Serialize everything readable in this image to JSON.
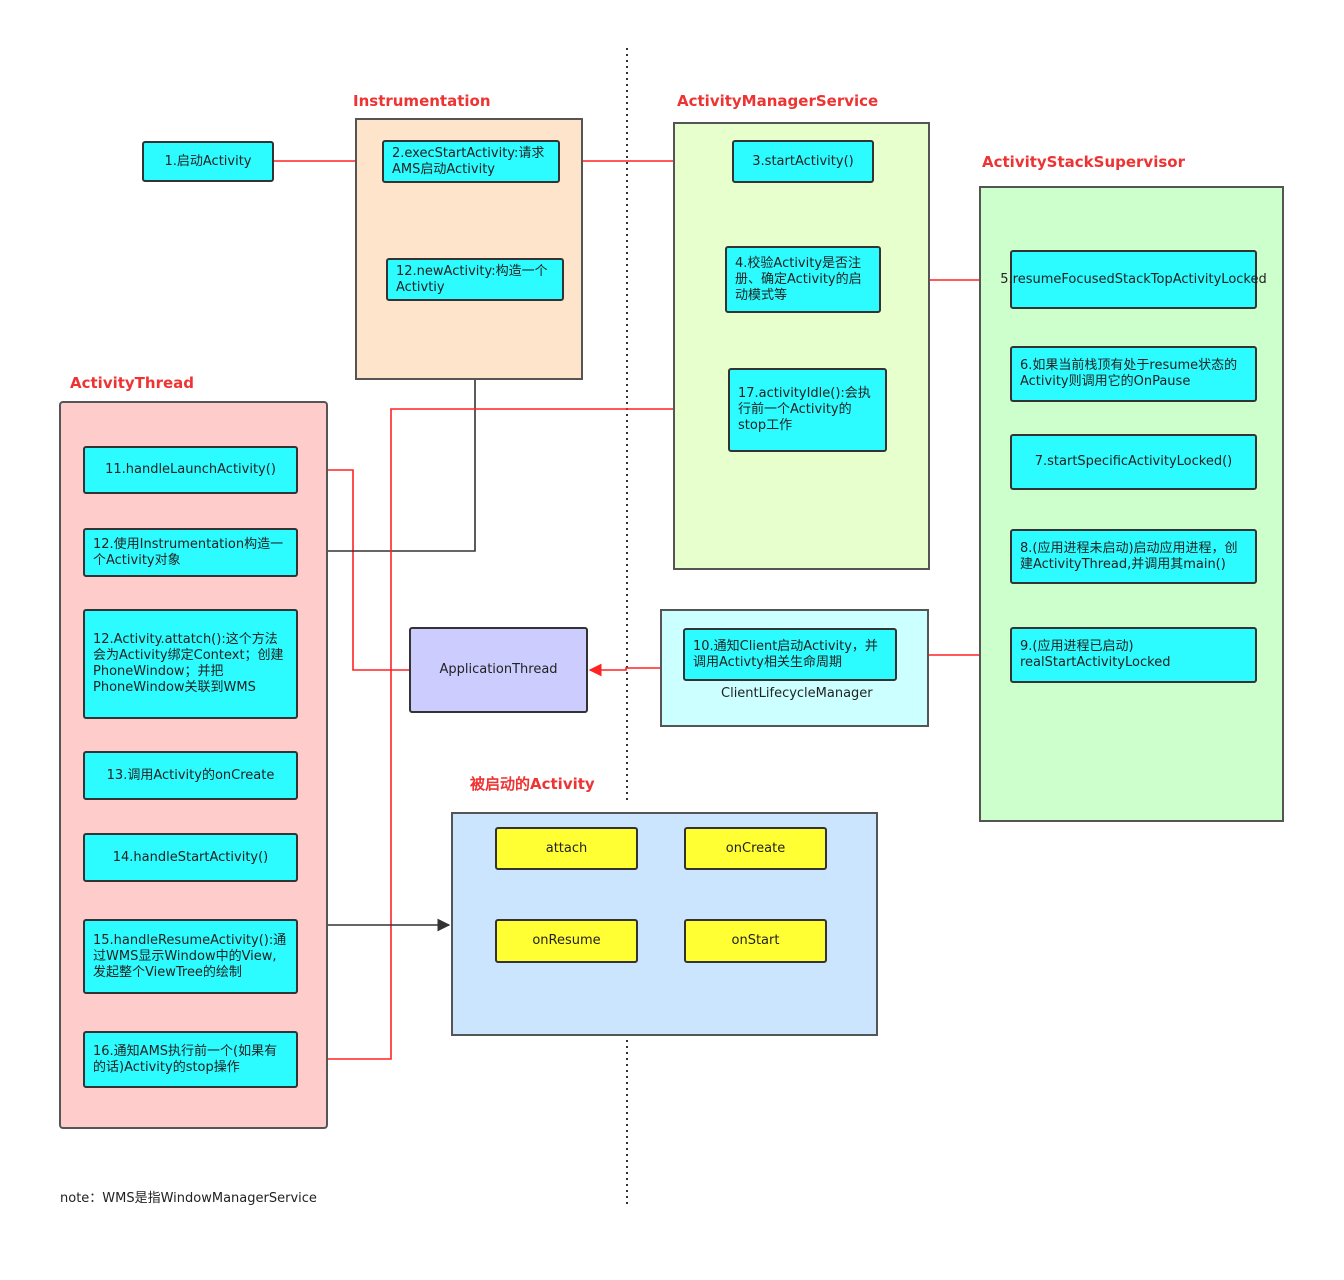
{
  "regions": {
    "instrumentation": "Instrumentation",
    "ams": "ActivityManagerService",
    "supervisor": "ActivityStackSupervisor",
    "activity_thread": "ActivityThread",
    "launched_activity": "被启动的Activity"
  },
  "steps": {
    "s1": "1.启动Activity",
    "s2": "2.execStartActivity:请求AMS启动Activity",
    "s3": "3.startActivity()",
    "s4": "4.校验Activity是否注册、确定Activity的启动模式等",
    "s5": "5.resumeFocusedStackTopActivityLocked",
    "s6": "6.如果当前栈顶有处于resume状态的Activity则调用它的OnPause",
    "s7": "7.startSpecificActivityLocked()",
    "s8": "8.(应用进程未启动)启动应用进程，创建ActivityThread,并调用其main()",
    "s9": "9.(应用进程已启动) realStartActivityLocked",
    "s10": "10.通知Client启动Activity，并调用Activty相关生命周期",
    "s11": "11.handleLaunchActivity()",
    "s12a": "12.newActivity:构造一个Activtiy",
    "s12b": "12.使用Instrumentation构造一个Activity对象",
    "s12c": "12.Activity.attatch():这个方法会为Activity绑定Context；创建PhoneWindow；并把PhoneWindow关联到WMS",
    "s13": "13.调用Activity的onCreate",
    "s14": "14.handleStartActivity()",
    "s15": "15.handleResumeActivity():通过WMS显示Window中的View,发起整个ViewTree的绘制",
    "s16": "16.通知AMS执行前一个(如果有的话)Activity的stop操作",
    "s17": "17.activityIdle():会执行前一个Activity的stop工作"
  },
  "client_lifecycle_manager": "ClientLifecycleManager",
  "application_thread": "ApplicationThread",
  "lifecycle": {
    "attach": "attach",
    "on_create": "onCreate",
    "on_start": "onStart",
    "on_resume": "onResume"
  },
  "note": "note：WMS是指WindowManagerService",
  "colors": {
    "title_red": "#ee3333",
    "arrow_red": "#ff2222",
    "arrow_dark": "#333333",
    "step_cyan": "#2cfcff",
    "lifecycle_yellow": "#ffff33",
    "instrumentation_bg": "#ffe4cc",
    "ams_bg": "#e6ffcc",
    "supervisor_bg": "#ccffcc",
    "activity_thread_bg": "#ffcccc",
    "launched_activity_bg": "#cce5ff",
    "client_lifecycle_bg": "#ccffff",
    "application_thread_bg": "#ccccff"
  }
}
